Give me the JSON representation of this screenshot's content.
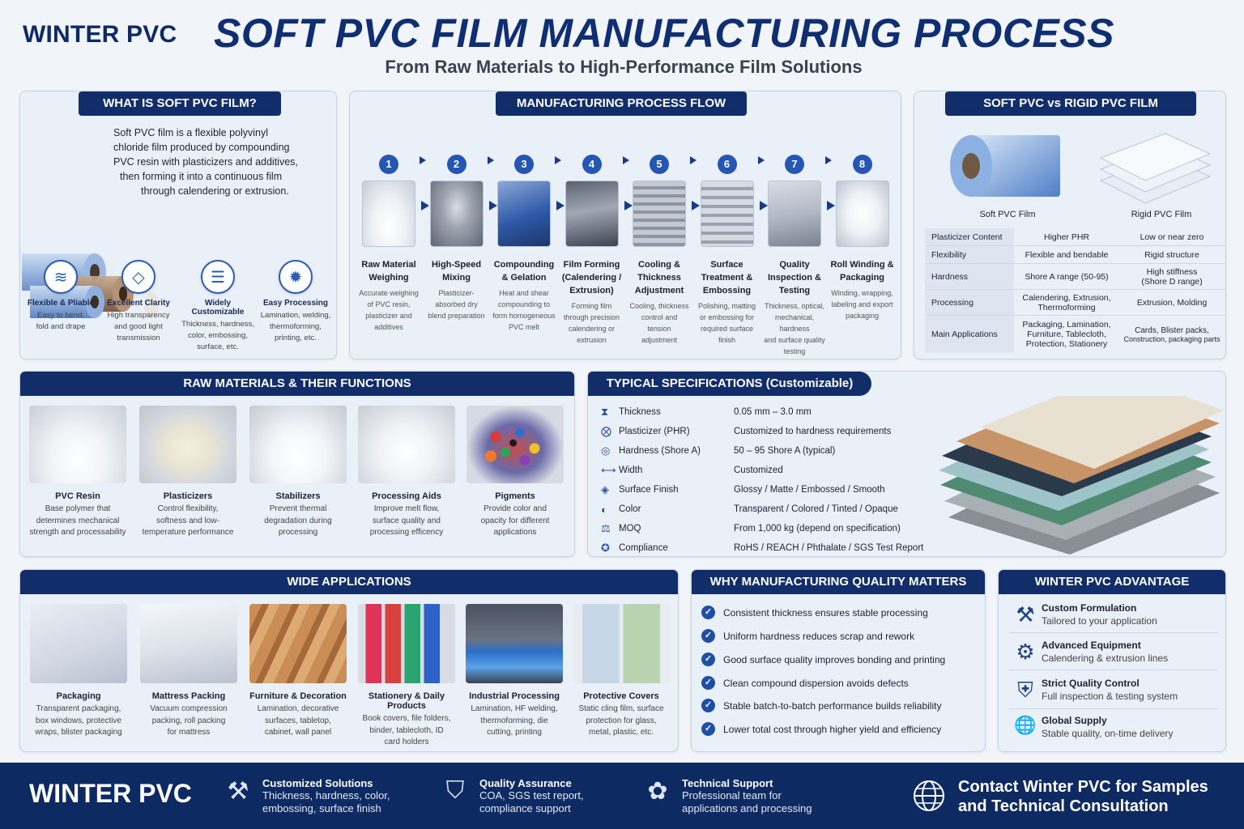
{
  "brand": "WINTER PVC",
  "title": "SOFT PVC FILM MANUFACTURING PROCESS",
  "subtitle": "From Raw Materials to High-Performance Film Solutions",
  "what": {
    "heading": "WHAT IS SOFT PVC FILM?",
    "l1": "Soft PVC film is a flexible polyvinyl",
    "l2": "chloride film produced by compounding",
    "l3": "PVC resin with plasticizers and additives,",
    "l4": "then forming it into a continuous film",
    "l5": "through calendering or extrusion.",
    "features": [
      {
        "title": "Flexible & Pliable",
        "d1": "Easy to bend,",
        "d2": "fold and drape",
        "d3": ""
      },
      {
        "title": "Excellent Clarity",
        "d1": "High transparency",
        "d2": "and good light",
        "d3": "transmission"
      },
      {
        "title": "Widely Customizable",
        "d1": "Thickness, hardness,",
        "d2": "color, embossing,",
        "d3": "surface, etc."
      },
      {
        "title": "Easy Processing",
        "d1": "Lamination, welding,",
        "d2": "thermoforming,",
        "d3": "printing, etc."
      }
    ]
  },
  "flow": {
    "heading": "MANUFACTURING PROCESS FLOW",
    "steps": [
      {
        "n": "1",
        "t1": "Raw Material",
        "t2": "Weighing",
        "t3": "",
        "d1": "Accurate weighing",
        "d2": "of PVC resin,",
        "d3": "plasticizer and",
        "d4": "additives"
      },
      {
        "n": "2",
        "t1": "High-Speed",
        "t2": "Mixing",
        "t3": "",
        "d1": "Plasticizer-",
        "d2": "absorbed dry",
        "d3": "blend preparation",
        "d4": ""
      },
      {
        "n": "3",
        "t1": "Compounding",
        "t2": "& Gelation",
        "t3": "",
        "d1": "Heat and shear",
        "d2": "compounding to",
        "d3": "form homogeneous",
        "d4": "PVC melt"
      },
      {
        "n": "4",
        "t1": "Film Forming",
        "t2": "(Calendering /",
        "t3": "Extrusion)",
        "d1": "Forming film",
        "d2": "through precision",
        "d3": "calendering or",
        "d4": "extrusion"
      },
      {
        "n": "5",
        "t1": "Cooling &",
        "t2": "Thickness",
        "t3": "Adjustment",
        "d1": "Cooling, thickness",
        "d2": "control and",
        "d3": "tension",
        "d4": "adjustment"
      },
      {
        "n": "6",
        "t1": "Surface",
        "t2": "Treatment &",
        "t3": "Embossing",
        "d1": "Polishing, matting",
        "d2": "or embossing for",
        "d3": "required surface",
        "d4": "finish"
      },
      {
        "n": "7",
        "t1": "Quality",
        "t2": "Inspection &",
        "t3": "Testing",
        "d1": "Thickness, optical,",
        "d2": "mechanical, hardness",
        "d3": "and surface quality",
        "d4": "testing"
      },
      {
        "n": "8",
        "t1": "Roll Winding &",
        "t2": "Packaging",
        "t3": "",
        "d1": "Winding, wrapping,",
        "d2": "labeling and export",
        "d3": "packaging",
        "d4": ""
      }
    ]
  },
  "compare": {
    "heading": "SOFT PVC vs RIGID PVC FILM",
    "soft_label": "Soft PVC Film",
    "rigid_label": "Rigid PVC Film",
    "rows": [
      {
        "k": "Plasticizer Content",
        "s1": "Higher PHR",
        "s2": "",
        "s3": "",
        "r1": "Low or near zero",
        "r2": ""
      },
      {
        "k": "Flexibility",
        "s1": "Flexible and bendable",
        "s2": "",
        "s3": "",
        "r1": "Rigid structure",
        "r2": ""
      },
      {
        "k": "Hardness",
        "s1": "Shore A range (50-95)",
        "s2": "",
        "s3": "",
        "r1": "High stiffness",
        "r2": "(Shore D range)"
      },
      {
        "k": "Processing",
        "s1": "Calendering, Extrusion,",
        "s2": "Thermoforming",
        "s3": "",
        "r1": "Extrusion, Molding",
        "r2": ""
      },
      {
        "k": "Main Applications",
        "s1": "Packaging, Lamination,",
        "s2": "Furniture, Tablecloth,",
        "s3": "Protection, Stationery",
        "r1": "Cards, Blister packs,",
        "r2": "Construction, packaging parts"
      }
    ]
  },
  "raw": {
    "heading": "RAW MATERIALS & THEIR FUNCTIONS",
    "items": [
      {
        "t": "PVC Resin",
        "d1": "Base polymer that",
        "d2": "determines mechanical",
        "d3": "strength and processability"
      },
      {
        "t": "Plasticizers",
        "d1": "Control flexibility,",
        "d2": "softness and low-",
        "d3": "temperature performance"
      },
      {
        "t": "Stabilizers",
        "d1": "Prevent thermal",
        "d2": "degradation during",
        "d3": "processing"
      },
      {
        "t": "Processing Aids",
        "d1": "Improve melt flow,",
        "d2": "surface quality and",
        "d3": "processing efficency"
      },
      {
        "t": "Pigments",
        "d1": "Provide color and",
        "d2": "opacity for different",
        "d3": "applications"
      }
    ]
  },
  "specs": {
    "heading": "TYPICAL SPECIFICATIONS (Customizable)",
    "rows": [
      {
        "icon": "⧗",
        "k": "Thickness",
        "v": "0.05 mm – 3.0 mm"
      },
      {
        "icon": "⨂",
        "k": "Plasticizer (PHR)",
        "v": "Customized to hardness requirements"
      },
      {
        "icon": "◎",
        "k": "Hardness (Shore A)",
        "v": "50 – 95 Shore A (typical)"
      },
      {
        "icon": "⟷",
        "k": "Width",
        "v": "Customized"
      },
      {
        "icon": "◈",
        "k": "Surface Finish",
        "v": "Glossy / Matte / Embossed / Smooth"
      },
      {
        "icon": "◐",
        "k": "Color",
        "v": "Transparent / Colored / Tinted / Opaque"
      },
      {
        "icon": "⚖",
        "k": "MOQ",
        "v": "From 1,000 kg (depend on specification)"
      },
      {
        "icon": "✪",
        "k": "Compliance",
        "v": "RoHS / REACH / Phthalate / SGS Test Report"
      }
    ]
  },
  "apps": {
    "heading": "WIDE APPLICATIONS",
    "items": [
      {
        "t": "Packaging",
        "d1": "Transparent packaging,",
        "d2": "box windows, protective",
        "d3": "wraps, blister packaging"
      },
      {
        "t": "Mattress Packing",
        "d1": "Vacuum compression",
        "d2": "packing, roll packing",
        "d3": "for mattress"
      },
      {
        "t": "Furniture & Decoration",
        "d1": "Lamination, decorative",
        "d2": "surfaces, tabletop,",
        "d3": "cabinet, wall panel"
      },
      {
        "t": "Stationery & Daily Products",
        "d1": "Book covers, file folders,",
        "d2": "binder, tablecloth, ID",
        "d3": "card holders"
      },
      {
        "t": "Industrial Processing",
        "d1": "Lamination, HF welding,",
        "d2": "thermoforming, die",
        "d3": "cutting, printing"
      },
      {
        "t": "Protective Covers",
        "d1": "Static cling film, surface",
        "d2": "protection for glass,",
        "d3": "metal, plastic, etc."
      }
    ]
  },
  "quality": {
    "heading": "WHY MANUFACTURING QUALITY MATTERS",
    "items": [
      "Consistent thickness ensures stable processing",
      "Uniform hardness reduces scrap and rework",
      "Good surface quality improves bonding and printing",
      "Clean compound dispersion avoids defects",
      "Stable batch-to-batch performance builds reliability",
      "Lower total cost through higher yield and efficiency"
    ]
  },
  "advantage": {
    "heading": "WINTER PVC ADVANTAGE",
    "items": [
      {
        "icon": "⚒",
        "t": "Custom Formulation",
        "d": "Tailored to your application"
      },
      {
        "icon": "⚙",
        "t": "Advanced Equipment",
        "d": "Calendering & extrusion lines"
      },
      {
        "icon": "⛨",
        "t": "Strict Quality Control",
        "d": "Full inspection & testing system"
      },
      {
        "icon": "🌐",
        "t": "Global Supply",
        "d": "Stable quality, on-time delivery"
      }
    ]
  },
  "footer": {
    "brand": "WINTER PVC",
    "items": [
      {
        "icon": "⚒",
        "t": "Customized Solutions",
        "d1": "Thickness, hardness, color,",
        "d2": "embossing, surface finish"
      },
      {
        "icon": "⛉",
        "t": "Quality Assurance",
        "d1": "COA, SGS test report,",
        "d2": "compliance support"
      },
      {
        "icon": "✿",
        "t": "Technical Support",
        "d1": "Professional team for",
        "d2": "applications and processing"
      }
    ],
    "contact1": "Contact Winter PVC for Samples",
    "contact2": "and Technical Consultation"
  }
}
